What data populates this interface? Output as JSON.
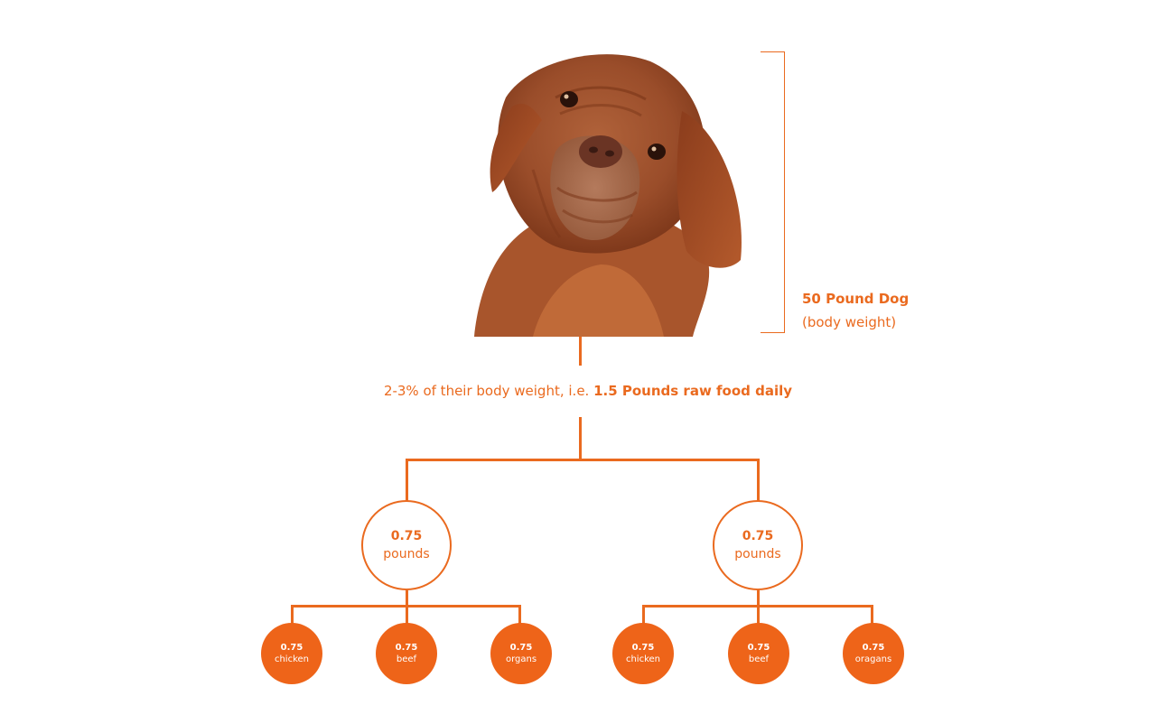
{
  "dog": {
    "weight_title": "50 Pound Dog",
    "weight_subtitle": "(body weight)"
  },
  "daily": {
    "prefix": "2-3% of their body weight, i.e. ",
    "amount_bold": "1.5 Pounds raw food daily"
  },
  "splits": [
    {
      "amount": "0.75",
      "unit": "pounds",
      "leaves": [
        {
          "amount": "0.75",
          "kind": "chicken"
        },
        {
          "amount": "0.75",
          "kind": "beef"
        },
        {
          "amount": "0.75",
          "kind": "organs"
        }
      ]
    },
    {
      "amount": "0.75",
      "unit": "pounds",
      "leaves": [
        {
          "amount": "0.75",
          "kind": "chicken"
        },
        {
          "amount": "0.75",
          "kind": "beef"
        },
        {
          "amount": "0.75",
          "kind": "oragans"
        }
      ]
    }
  ],
  "colors": {
    "accent": "#ea6a1f",
    "leaf_fill": "#ee6419"
  }
}
